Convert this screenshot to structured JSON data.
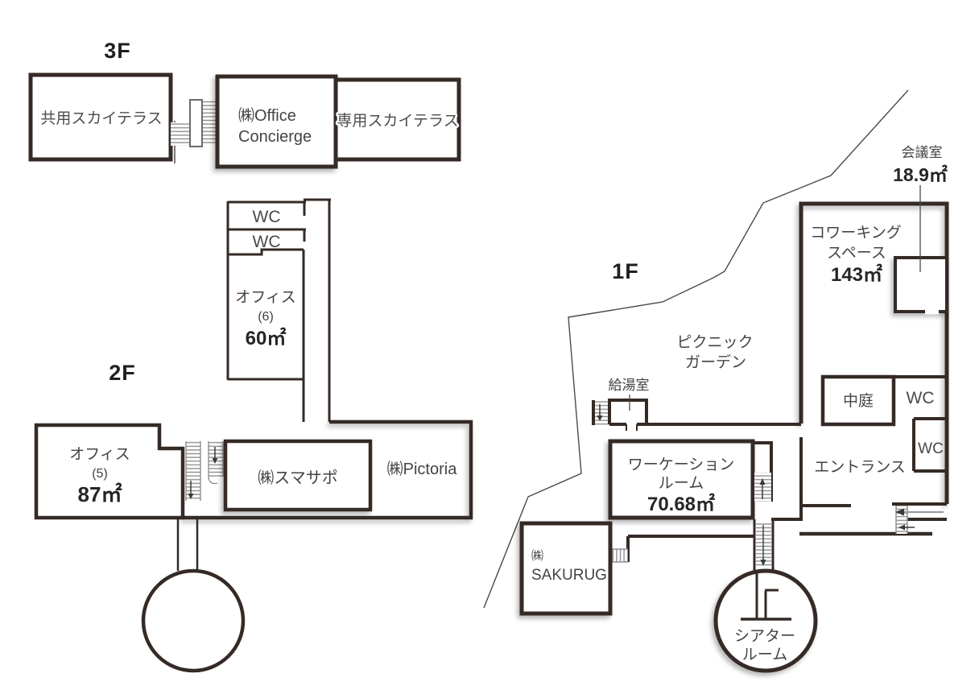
{
  "title": "建物フロアプラン (1F / 2F / 3F)",
  "colors": {
    "wall": "#352a25",
    "hatch_dark": "#3d3d3d",
    "stair_tread": "#8f8f8f",
    "elevator_circle_fill": "#d8d8d8",
    "text": "#434343",
    "background": "#ffffff"
  },
  "floors": {
    "f3": {
      "label": "3F",
      "shared_terrace": "共用スカイテラス",
      "office_concierge": {
        "line1": "㈱Office",
        "line2": "Concierge"
      },
      "private_terrace": "専用スカイテラス"
    },
    "f2": {
      "label": "2F",
      "wc_upper": "WC",
      "wc_lower": "WC",
      "office6": {
        "name": "オフィス",
        "unit": "(6)",
        "area": "60㎡"
      },
      "office5": {
        "name": "オフィス",
        "unit": "(5)",
        "area": "87㎡"
      },
      "sumasapo": "㈱スマサポ",
      "pictoria": "㈱Pictoria"
    },
    "f1": {
      "label": "1F",
      "meeting_room": {
        "name": "会議室",
        "area": "18.9㎡"
      },
      "coworking": {
        "line1": "コワーキング",
        "line2": "スペース",
        "area": "143㎡"
      },
      "picnic_garden": {
        "line1": "ピクニック",
        "line2": "ガーデン"
      },
      "kitchenette": "給湯室",
      "courtyard": "中庭",
      "wc_upper": "WC",
      "wc_lower": "WC",
      "entrance": "エントランス",
      "workation_room": {
        "line1": "ワーケーション",
        "line2": "ルーム",
        "area": "70.68㎡"
      },
      "sakurug": {
        "line1": "㈱",
        "line2": "SAKURUG"
      },
      "theater_room": {
        "line1": "シアター",
        "line2": "ルーム"
      }
    }
  }
}
